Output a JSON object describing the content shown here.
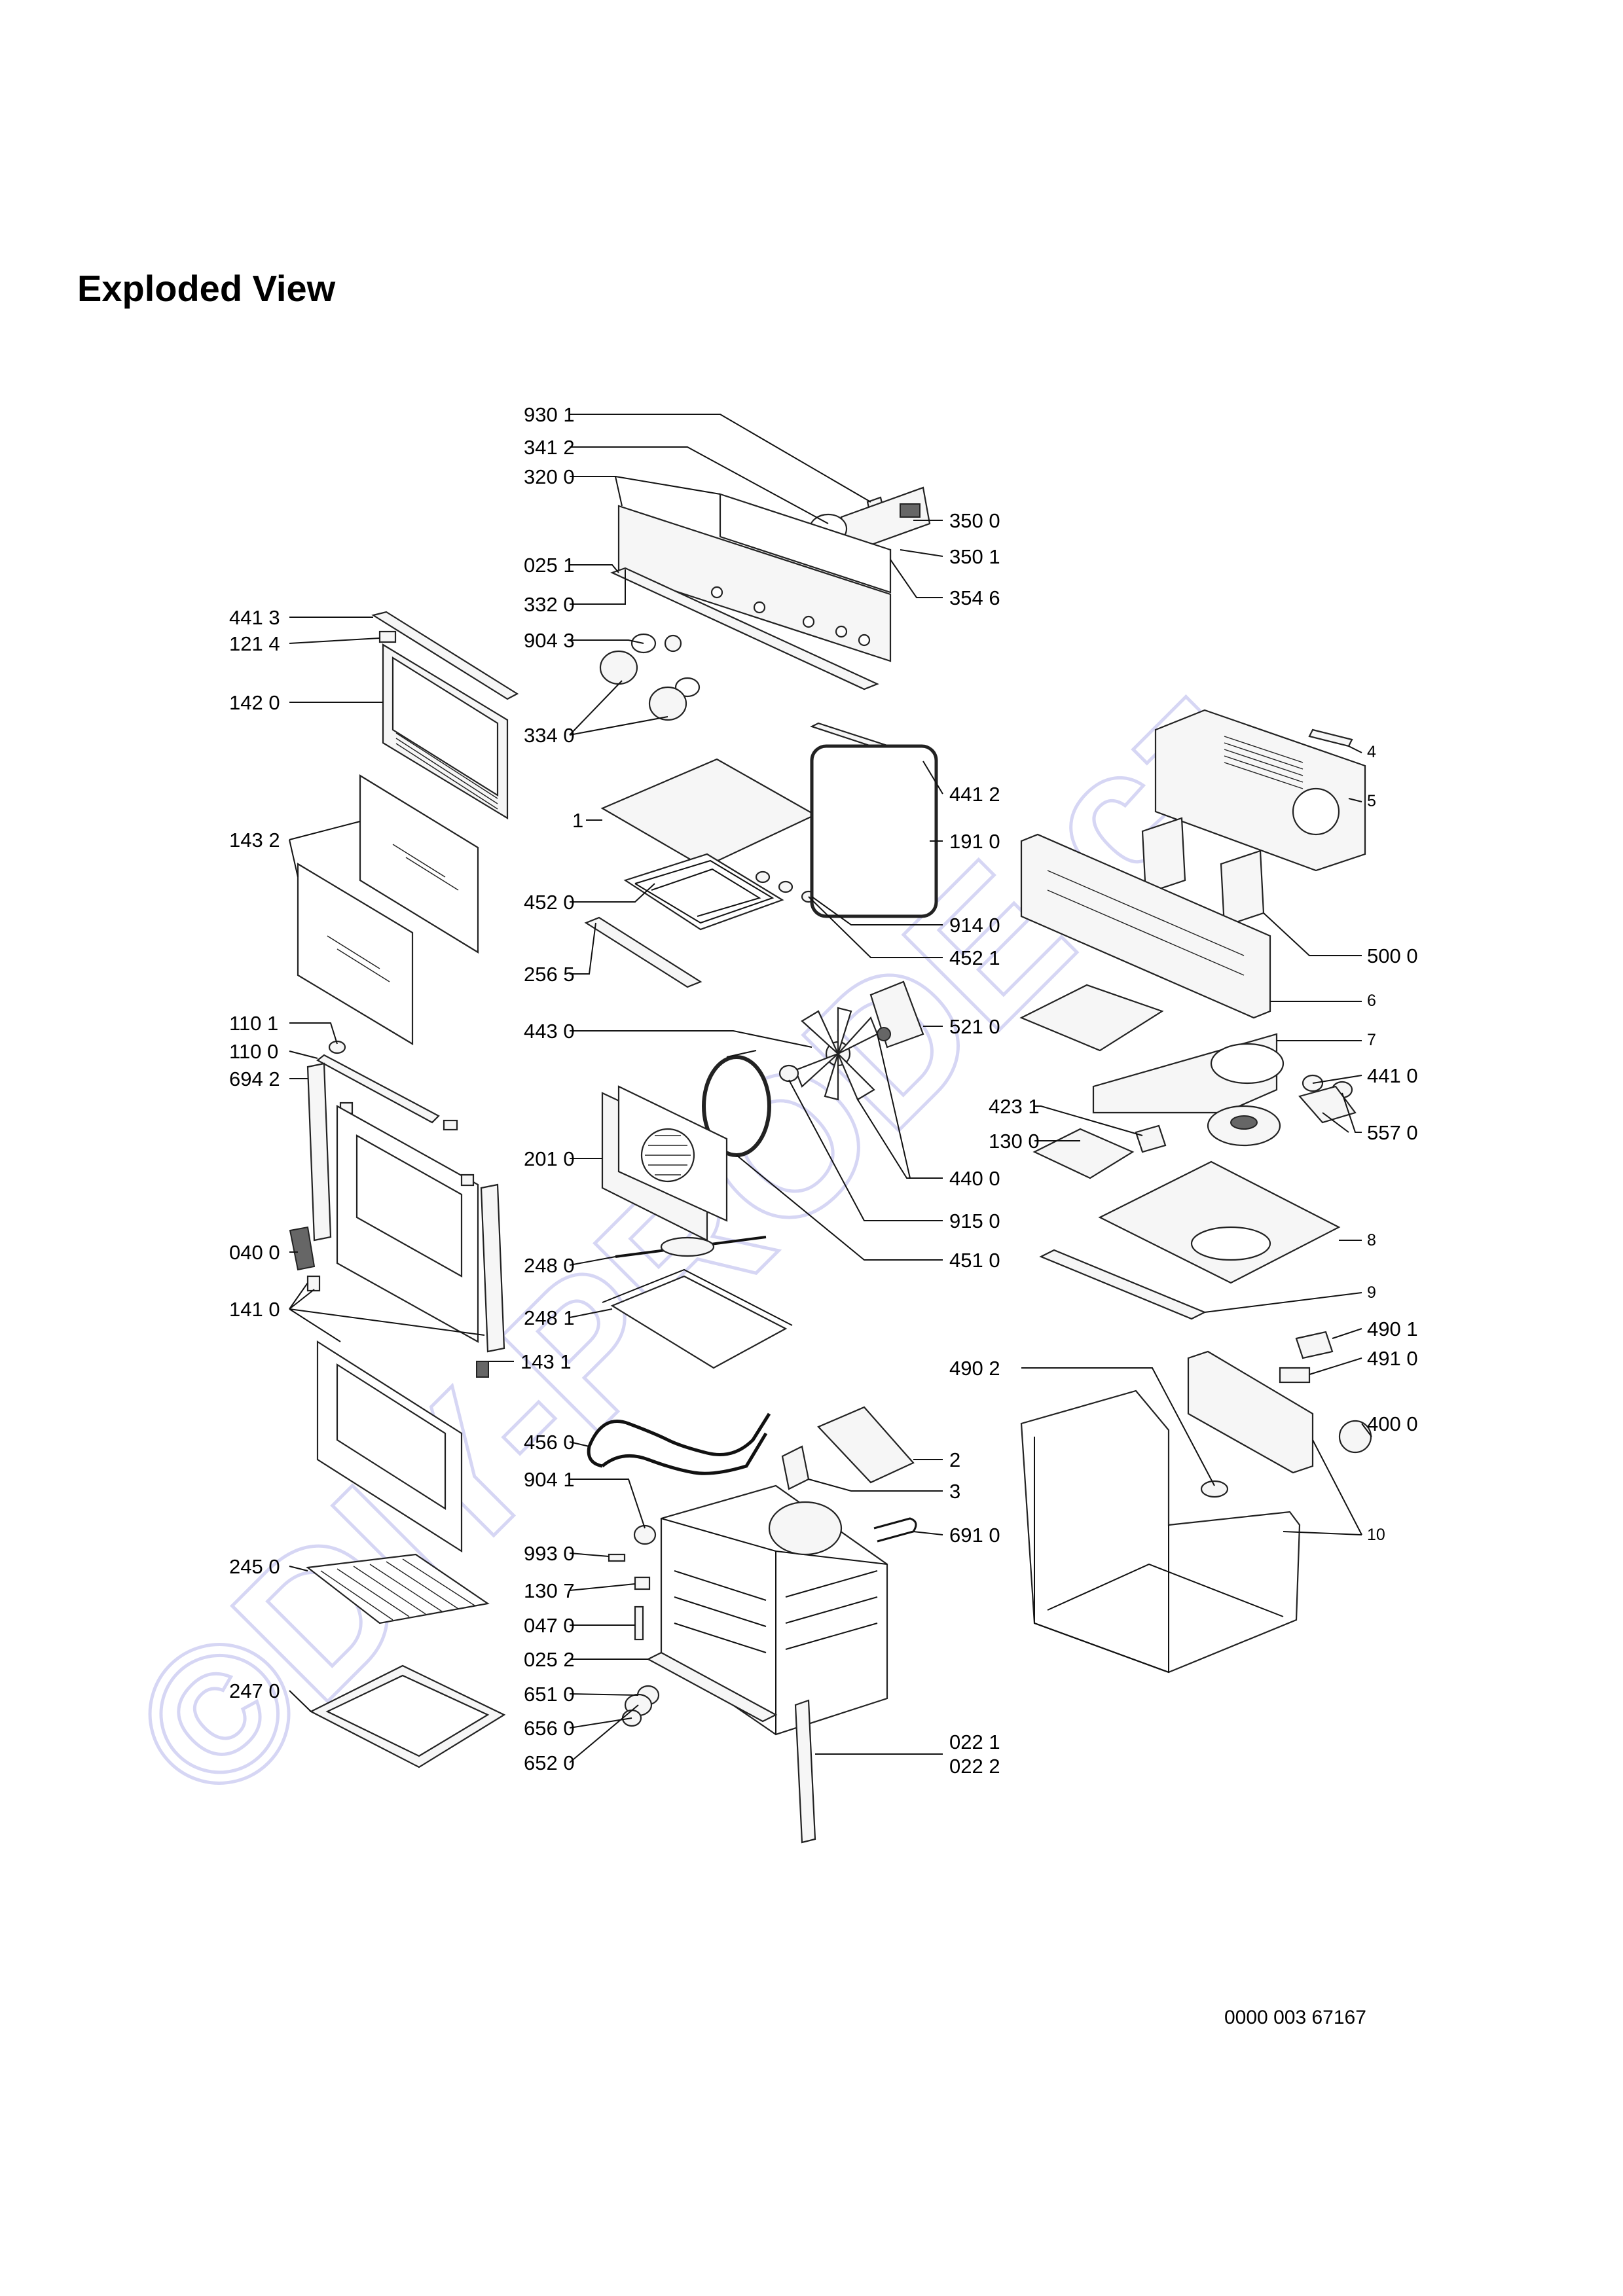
{
  "title": "Exploded View",
  "watermark": "©DIY-PRODE.cz",
  "reference": "0000 003 67167",
  "labels": {
    "l9301": "930 1",
    "l3412": "341 2",
    "l3200": "320 0",
    "l0251": "025 1",
    "l3320": "332 0",
    "l9043": "904 3",
    "l3340": "334 0",
    "l3500": "350 0",
    "l3501": "350 1",
    "l3546": "354 6",
    "l4413": "441 3",
    "l1214": "121 4",
    "l1420": "142 0",
    "l1432": "143 2",
    "l1101": "110 1",
    "l1100": "110 0",
    "l6942": "694 2",
    "l0400": "040 0",
    "l1410": "141 0",
    "l1431": "143 1",
    "l2450": "245 0",
    "l2470": "247 0",
    "l1": "1",
    "l4520": "452 0",
    "l2565": "256 5",
    "l4430": "443 0",
    "l2010": "201 0",
    "l2480": "248 0",
    "l2481": "248 1",
    "l4560": "456 0",
    "l9041": "904 1",
    "l9930": "993 0",
    "l1307": "130 7",
    "l0470": "047 0",
    "l0252": "025 2",
    "l6510": "651 0",
    "l6560": "656 0",
    "l6520": "652 0",
    "l4412": "441 2",
    "l1910": "191 0",
    "l9140": "914 0",
    "l4521": "452 1",
    "l5210": "521 0",
    "l4231": "423 1",
    "l1300": "130 0",
    "l4400": "440 0",
    "l9150": "915 0",
    "l4510": "451 0",
    "l2": "2",
    "l3": "3",
    "l6910": "691 0",
    "l4902": "490 2",
    "l0221": "022 1",
    "l0222": "022 2",
    "l4": "4",
    "l5": "5",
    "l5000": "500 0",
    "l6": "6",
    "l7": "7",
    "l4410": "441 0",
    "l5570": "557 0",
    "l8": "8",
    "l9": "9",
    "l4901": "490 1",
    "l4910": "491 0",
    "l4000": "400 0",
    "l10": "10"
  }
}
